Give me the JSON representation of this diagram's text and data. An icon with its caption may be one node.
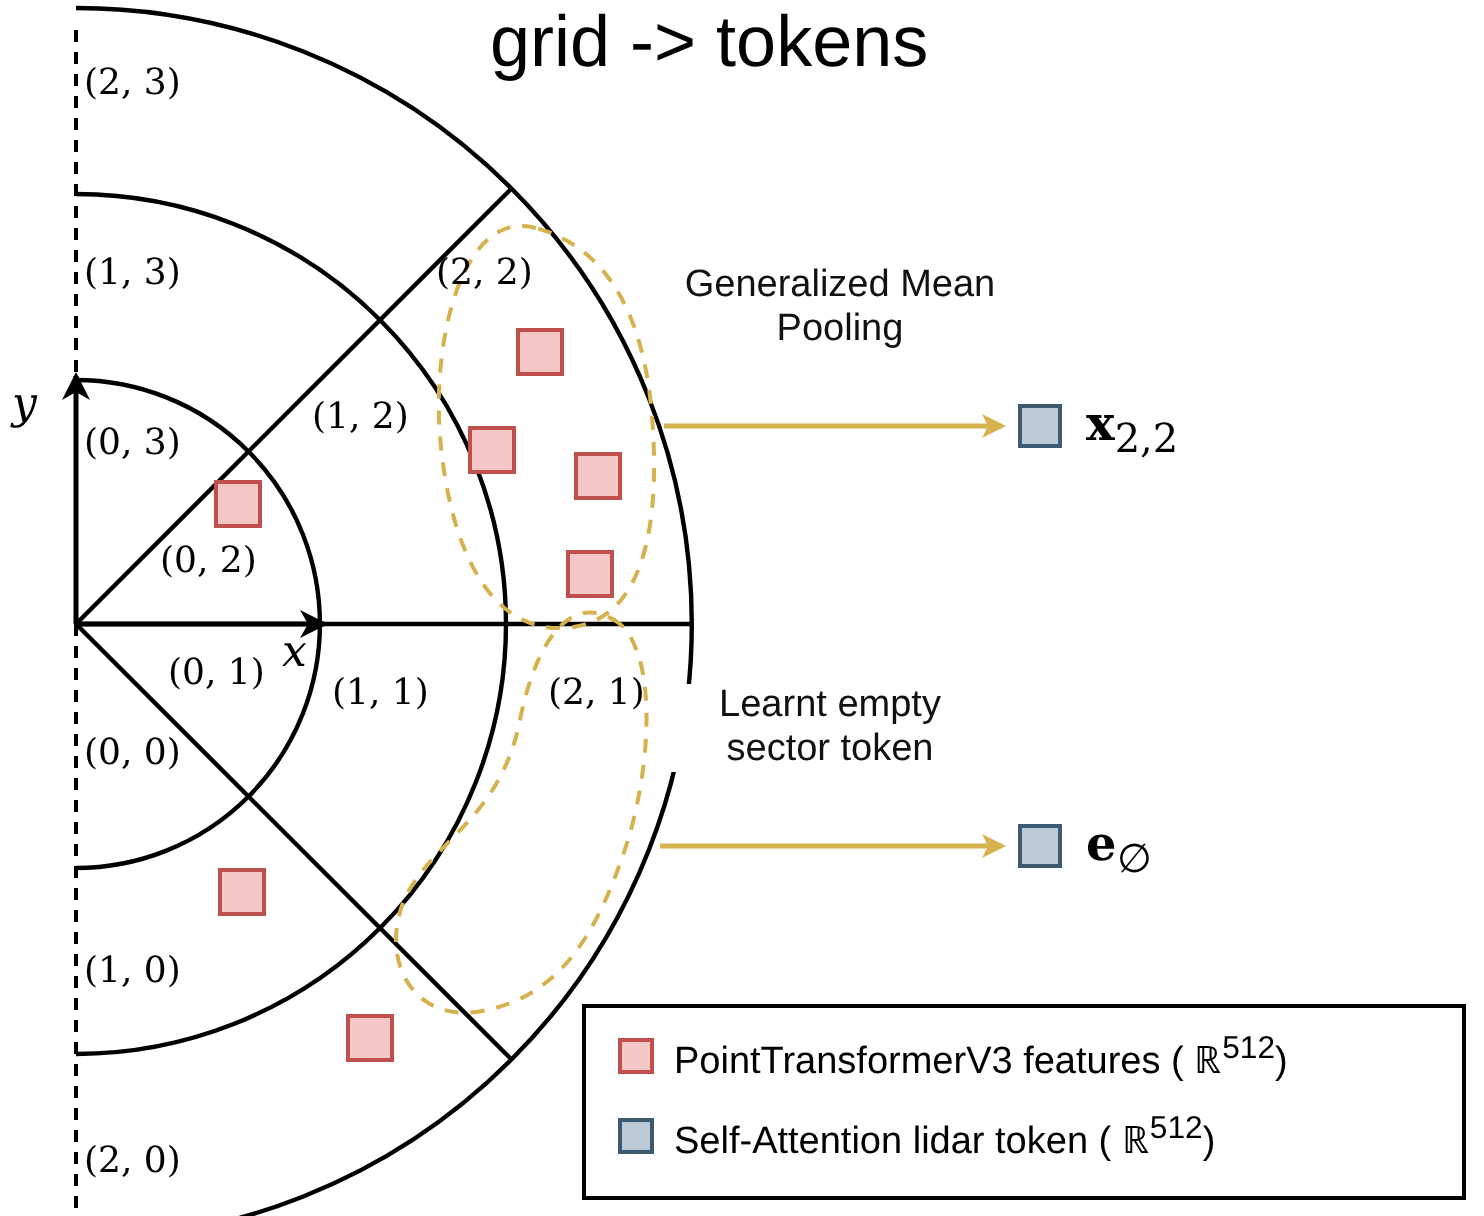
{
  "diagram": {
    "title": "grid -> tokens",
    "nodes": [
      {
        "text": [],
        "shape": "ellipse"
      },
      {
        "text": [],
        "shape": "ellipse"
      },
      {
        "text": [],
        "shape": "box",
        "beside": [
          "**x**$_{2,2}$"
        ]
      },
      {
        "text": [],
        "shape": "box",
        "beside": [
          "**e**$_{∅}$"
        ]
      }
    ],
    "edges": [
      {
        "from": 0,
        "to": 2,
        "arrow": "to",
        "label": "Generalized Mean Pooling"
      },
      {
        "from": 1,
        "to": 3,
        "arrow": "to",
        "label": "Learnt empty sector token"
      }
    ],
    "labels": [
      "(2, 3)",
      "(1, 3)",
      "(2, 2)",
      "y",
      "(1, 2)",
      "(0, 3)",
      "(0, 2)",
      "x",
      "(0, 1)",
      "(1, 1)",
      "(2, 1)",
      "(0, 0)",
      "(1, 0)",
      "(2, 0)"
    ],
    "legend": [
      {
        "text": "PointTransformerV3 features ( ℝ$^{512}$)",
        "color": "#f5c6c6"
      },
      {
        "text": "Self-Attention lidar token ( ℝ$^{512}$)",
        "color": "#bccad6"
      }
    ]
  }
}
